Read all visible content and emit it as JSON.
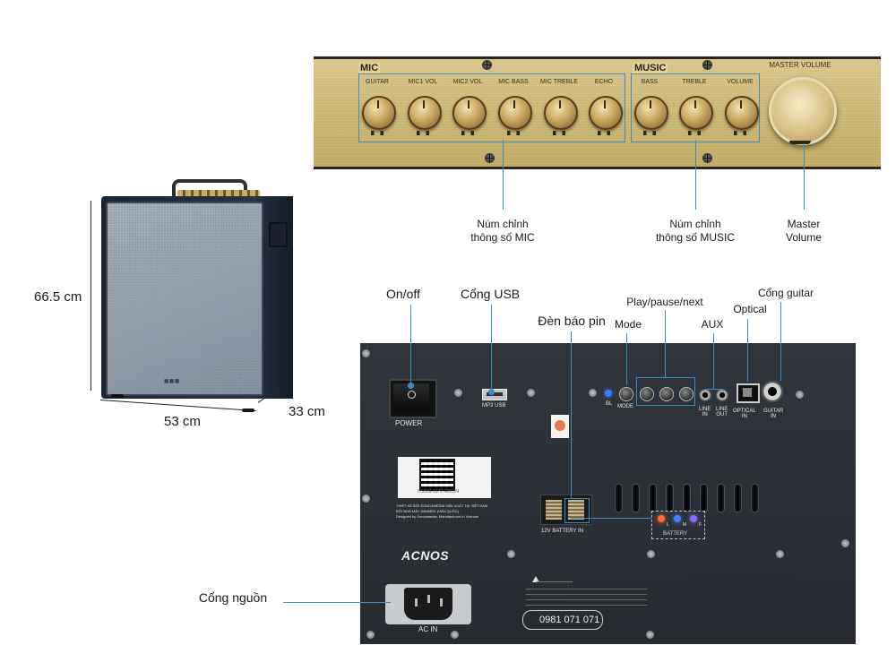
{
  "speaker": {
    "height": "66.5 cm",
    "width": "53 cm",
    "depth": "33 cm"
  },
  "top_panel": {
    "mic_group": "MIC",
    "music_group": "MUSIC",
    "mic_knobs": [
      "GUITAR",
      "MIC1 VOL",
      "MIC2 VOL",
      "MIC BASS",
      "MIC TREBLE",
      "ECHO"
    ],
    "music_knobs": [
      "BASS",
      "TREBLE",
      "VOLUME"
    ],
    "master_label": "MASTER VOLUME"
  },
  "callouts_top": {
    "mic": [
      "Núm chỉnh",
      "thông số MIC"
    ],
    "music": [
      "Núm chỉnh",
      "thông số MUSIC"
    ],
    "master": [
      "Master",
      "Volume"
    ]
  },
  "callouts_rear": {
    "onoff": "On/off",
    "usb": "Cổng USB",
    "battery_led": "Đèn báo pin",
    "mode": "Mode",
    "play": "Play/pause/next",
    "aux": "AUX",
    "optical": "Optical",
    "guitar": "Cổng guitar",
    "power": "Cổng nguồn"
  },
  "rear_panel": {
    "power_switch": "POWER",
    "usb_port": "MP3 USB",
    "bl_led": "BL",
    "mode_btn": "MODE",
    "line_in": [
      "LINE",
      "IN"
    ],
    "line_out": [
      "LINE",
      "OUT"
    ],
    "optical_in": [
      "OPTICAL",
      "IN"
    ],
    "guitar_in": [
      "GUITAR",
      "IN"
    ],
    "battery_in": "12V BATTERY IN",
    "battery": "BATTERY",
    "battery_leds": [
      "L",
      "M",
      "F"
    ],
    "brand": "ACNOS",
    "ac_in": "AC IN",
    "phone": "0981 071 071",
    "serial": "CS559-0672-420124",
    "spec_lines": [
      "THIẾT KẾ BỞI SONCAMEDIA SẢN XUẤT TẠI VIỆT NAM",
      "BỞI NHÀ MÁY HANMEK (HÀN QUỐC)",
      "Designed by Soncamedia, Manufactured in Vietnam"
    ]
  },
  "colors": {
    "callout": "#3a8fc4",
    "panel_gold": "#cbb673",
    "rear_panel": "#2b2f35"
  }
}
